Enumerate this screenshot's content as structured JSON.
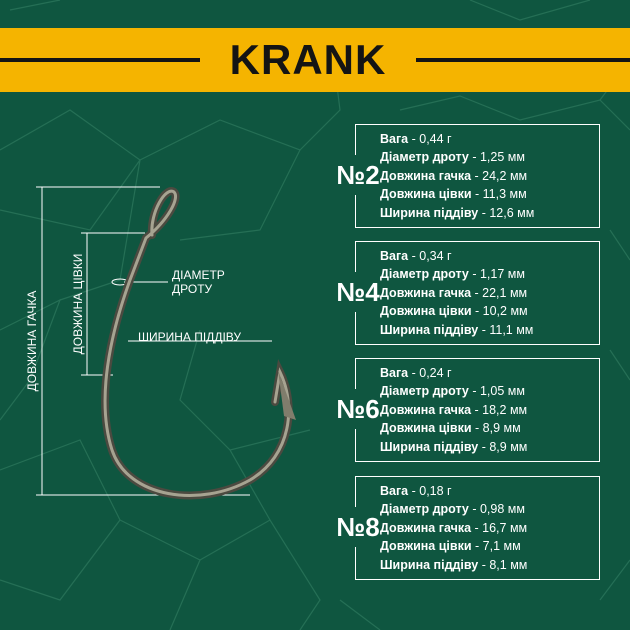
{
  "colors": {
    "background": "#0f5640",
    "accent": "#f5b400",
    "line": "#ffffff",
    "dark": "#141414"
  },
  "title": "KRANK",
  "diagram": {
    "label_length": "Довжина гачка",
    "label_shank": "Довжина цівки",
    "label_diameter_line1": "Діаметр",
    "label_diameter_line2": "дроту",
    "label_gap": "Ширина піддіву",
    "icon": "fishing-hook-icon"
  },
  "specs": [
    {
      "number": "№2",
      "rows": [
        {
          "key": "Вага",
          "value": "0,44 г"
        },
        {
          "key": "Діаметр дроту",
          "value": "1,25 мм"
        },
        {
          "key": "Довжина гачка",
          "value": "24,2 мм"
        },
        {
          "key": "Довжина цівки",
          "value": "11,3 мм"
        },
        {
          "key": "Ширина піддіву",
          "value": "12,6 мм"
        }
      ]
    },
    {
      "number": "№4",
      "rows": [
        {
          "key": "Вага",
          "value": "0,34 г"
        },
        {
          "key": "Діаметр дроту",
          "value": "1,17 мм"
        },
        {
          "key": "Довжина гачка",
          "value": "22,1 мм"
        },
        {
          "key": "Довжина цівки",
          "value": "10,2 мм"
        },
        {
          "key": "Ширина піддіву",
          "value": "11,1 мм"
        }
      ]
    },
    {
      "number": "№6",
      "rows": [
        {
          "key": "Вага",
          "value": "0,24 г"
        },
        {
          "key": "Діаметр дроту",
          "value": "1,05 мм"
        },
        {
          "key": "Довжина гачка",
          "value": "18,2 мм"
        },
        {
          "key": "Довжина цівки",
          "value": "8,9 мм"
        },
        {
          "key": "Ширина піддіву",
          "value": "8,9 мм"
        }
      ]
    },
    {
      "number": "№8",
      "rows": [
        {
          "key": "Вага",
          "value": "0,18 г"
        },
        {
          "key": "Діаметр дроту",
          "value": "0,98 мм"
        },
        {
          "key": "Довжина гачка",
          "value": "16,7 мм"
        },
        {
          "key": "Довжина цівки",
          "value": "7,1 мм"
        },
        {
          "key": "Ширина піддіву",
          "value": "8,1 мм"
        }
      ]
    }
  ]
}
